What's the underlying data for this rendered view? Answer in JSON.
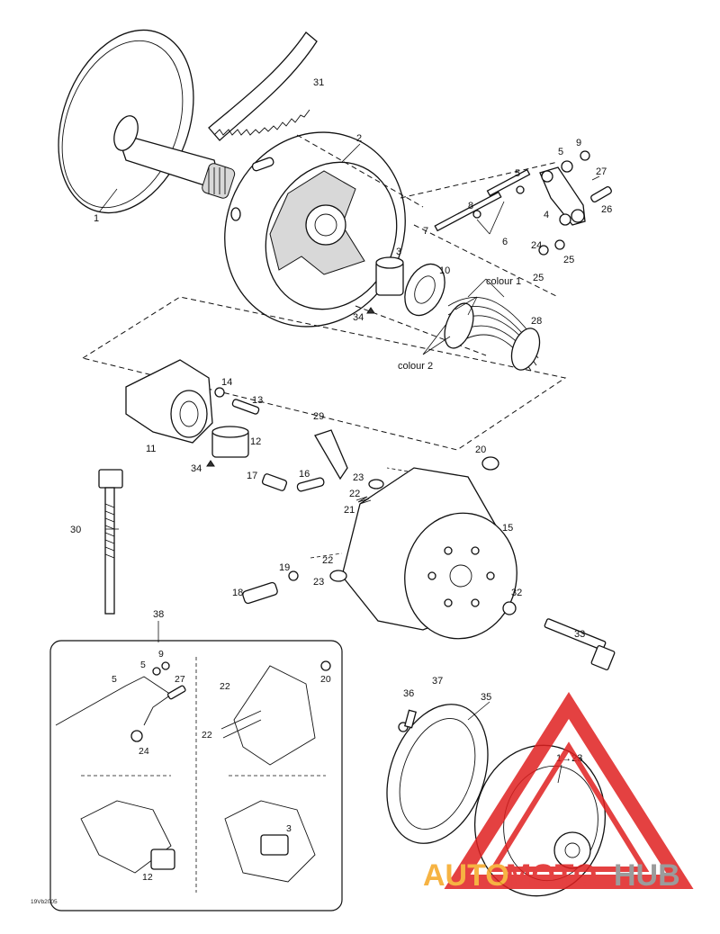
{
  "diagram_code": "19Vb2005",
  "callouts": {
    "c1": "1",
    "c2": "2",
    "c3": "3",
    "c4": "4",
    "c5": "5",
    "c6": "6",
    "c7": "7",
    "c8": "8",
    "c9": "9",
    "c10": "10",
    "c11": "11",
    "c12": "12",
    "c13": "13",
    "c14": "14",
    "c15": "15",
    "c16": "16",
    "c17": "17",
    "c18": "18",
    "c19": "19",
    "c20": "20",
    "c21": "21",
    "c22": "22",
    "c23": "23",
    "c24": "24",
    "c25": "25",
    "c26": "26",
    "c27": "27",
    "c28": "28",
    "c29": "29",
    "c30": "30",
    "c31": "31",
    "c32": "32",
    "c33": "33",
    "c34": "34",
    "c35": "35",
    "c36": "36",
    "c37": "37",
    "c38": "38",
    "colour1": "colour 1",
    "colour2": "colour 2",
    "range": "1→23"
  },
  "watermark": {
    "part1": "AUTO",
    "part2": "MOTO",
    "part3": "HUB",
    "color_orange": "#f5a623",
    "color_red": "#e02020",
    "color_gray": "#8a8a8a"
  }
}
